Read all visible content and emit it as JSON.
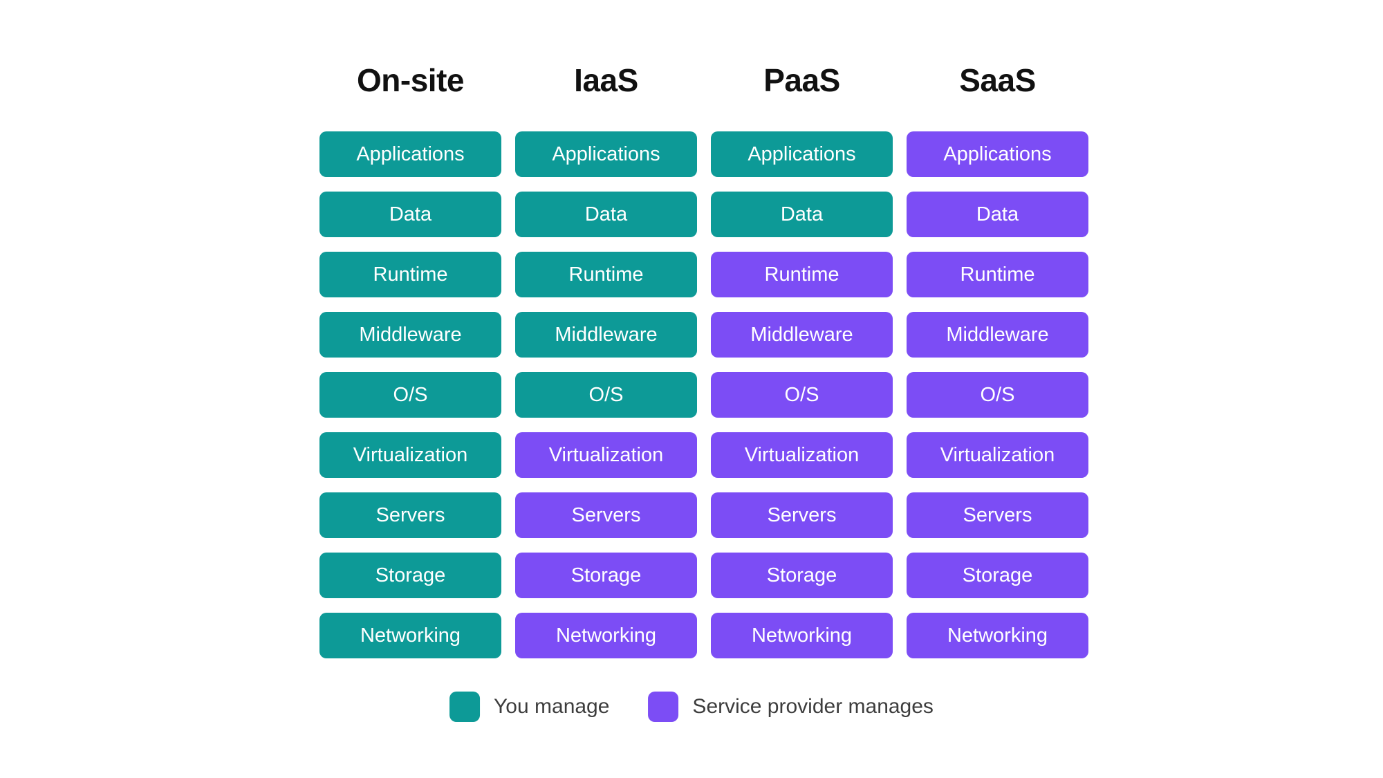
{
  "colors": {
    "you_manage": "#0D9A97",
    "provider_manages": "#7C4DF5",
    "header_text": "#111111",
    "legend_text": "#3D3D3D",
    "pill_text": "#FFFFFF",
    "background": "#FFFFFF"
  },
  "columns": [
    {
      "title": "On-site",
      "layers": [
        {
          "label": "Applications",
          "managed_by": "you"
        },
        {
          "label": "Data",
          "managed_by": "you"
        },
        {
          "label": "Runtime",
          "managed_by": "you"
        },
        {
          "label": "Middleware",
          "managed_by": "you"
        },
        {
          "label": "O/S",
          "managed_by": "you"
        },
        {
          "label": "Virtualization",
          "managed_by": "you"
        },
        {
          "label": "Servers",
          "managed_by": "you"
        },
        {
          "label": "Storage",
          "managed_by": "you"
        },
        {
          "label": "Networking",
          "managed_by": "you"
        }
      ]
    },
    {
      "title": "IaaS",
      "layers": [
        {
          "label": "Applications",
          "managed_by": "you"
        },
        {
          "label": "Data",
          "managed_by": "you"
        },
        {
          "label": "Runtime",
          "managed_by": "you"
        },
        {
          "label": "Middleware",
          "managed_by": "you"
        },
        {
          "label": "O/S",
          "managed_by": "you"
        },
        {
          "label": "Virtualization",
          "managed_by": "provider"
        },
        {
          "label": "Servers",
          "managed_by": "provider"
        },
        {
          "label": "Storage",
          "managed_by": "provider"
        },
        {
          "label": "Networking",
          "managed_by": "provider"
        }
      ]
    },
    {
      "title": "PaaS",
      "layers": [
        {
          "label": "Applications",
          "managed_by": "you"
        },
        {
          "label": "Data",
          "managed_by": "you"
        },
        {
          "label": "Runtime",
          "managed_by": "provider"
        },
        {
          "label": "Middleware",
          "managed_by": "provider"
        },
        {
          "label": "O/S",
          "managed_by": "provider"
        },
        {
          "label": "Virtualization",
          "managed_by": "provider"
        },
        {
          "label": "Servers",
          "managed_by": "provider"
        },
        {
          "label": "Storage",
          "managed_by": "provider"
        },
        {
          "label": "Networking",
          "managed_by": "provider"
        }
      ]
    },
    {
      "title": "SaaS",
      "layers": [
        {
          "label": "Applications",
          "managed_by": "provider"
        },
        {
          "label": "Data",
          "managed_by": "provider"
        },
        {
          "label": "Runtime",
          "managed_by": "provider"
        },
        {
          "label": "Middleware",
          "managed_by": "provider"
        },
        {
          "label": "O/S",
          "managed_by": "provider"
        },
        {
          "label": "Virtualization",
          "managed_by": "provider"
        },
        {
          "label": "Servers",
          "managed_by": "provider"
        },
        {
          "label": "Storage",
          "managed_by": "provider"
        },
        {
          "label": "Networking",
          "managed_by": "provider"
        }
      ]
    }
  ],
  "legend": {
    "items": [
      {
        "label": "You manage",
        "key": "you"
      },
      {
        "label": "Service provider manages",
        "key": "provider"
      }
    ]
  }
}
